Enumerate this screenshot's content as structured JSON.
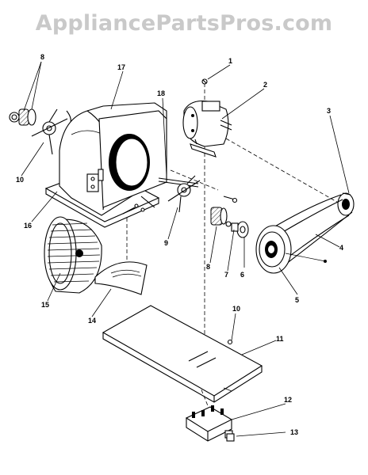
{
  "watermark": "AppliancePartsPros.com",
  "callouts": [
    "1",
    "2",
    "3",
    "4",
    "5",
    "6",
    "7",
    "8",
    "8",
    "9",
    "10",
    "10",
    "11",
    "12",
    "13",
    "14",
    "15",
    "16",
    "17",
    "18"
  ]
}
